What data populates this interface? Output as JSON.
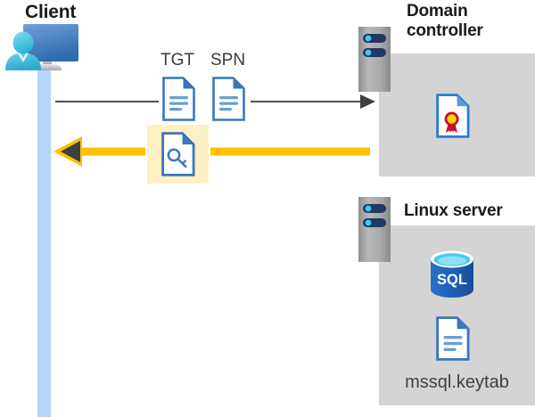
{
  "diagram": {
    "title_client": "Client",
    "title_domain_controller": "Domain\ncontroller",
    "title_domain_controller_line1": "Domain",
    "title_domain_controller_line2": "controller",
    "title_linux_server": "Linux server",
    "labels": {
      "tgt": "TGT",
      "spn": "SPN",
      "keytab_filename": "mssql.keytab",
      "sql_text": "SQL"
    },
    "icons": {
      "client": "user-monitor-icon",
      "domain_controller_server": "server-rack-icon",
      "linux_server": "server-rack-icon",
      "tgt_document": "document-icon",
      "spn_document": "document-icon",
      "service_ticket": "document-key-icon",
      "certificate": "document-certificate-icon",
      "sql_database": "sql-database-icon",
      "keytab_document": "document-icon"
    },
    "arrows": [
      {
        "name": "request-arrow",
        "direction": "right",
        "from": "client",
        "to": "domain-controller",
        "color": "#5a5a5a",
        "style": "thin-solid"
      },
      {
        "name": "response-arrow",
        "direction": "left",
        "from": "domain-controller",
        "to": "client",
        "color": "#ffc000",
        "head_color": "#3f3f3f",
        "style": "thick-solid"
      }
    ],
    "colors": {
      "panel_gray": "#d4d4d4",
      "lifeline_blue": "#b4d5fb",
      "highlight_yellow": "#fdf0c4",
      "arrow_yellow": "#ffc000",
      "arrow_gray": "#5a5a5a",
      "doc_blue": "#4a7ebb",
      "monitor_blue": "#4a7ebb",
      "person_blue": "#41c1e0",
      "server_gray": "#a6a6a6",
      "server_bar_navy": "#1f3864",
      "sql_blue": "#1f6fc4",
      "cert_yellow": "#ffd500",
      "cert_red": "#c8102e",
      "title_color": "#1a1a1a"
    }
  }
}
